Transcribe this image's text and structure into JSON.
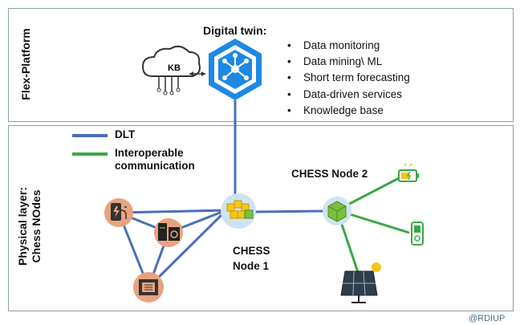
{
  "sections": {
    "top_label": "Flex-Platform",
    "bottom_label": "Physical layer: Chess NOdes"
  },
  "digital_twin": {
    "title": "Digital twin:",
    "kb_label": "KB",
    "services": [
      "Data monitoring",
      "Data mining\\ ML",
      "Short term forecasting",
      "Data-driven services",
      "Knowledge base"
    ]
  },
  "legend": {
    "dlt": {
      "label": "DLT",
      "color": "#4a6fb5"
    },
    "interoperable": {
      "label": "Interoperable communication",
      "color": "#3aa845"
    }
  },
  "nodes": {
    "node1": "CHESS Node 1",
    "node2": "CHESS Node 2"
  },
  "colors": {
    "hexagon": "#1e88e5",
    "device_circle": "#e8a27e",
    "node_circle": "#cfe3f2"
  },
  "watermark": "@RDIUP"
}
